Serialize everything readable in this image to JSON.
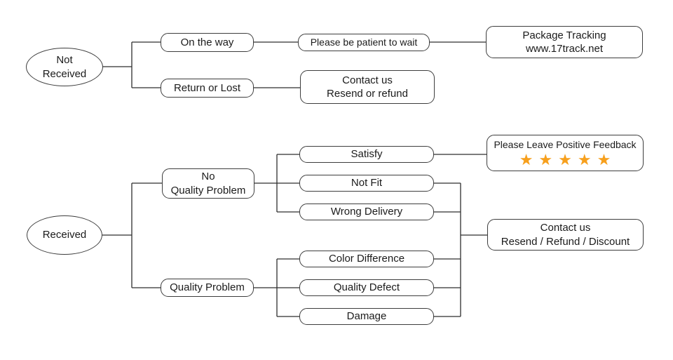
{
  "colors": {
    "star": "#F7A01D",
    "line": "#2e2e2e",
    "box_border": "#3d3d3d",
    "background": "#ffffff",
    "text": "#1b1b1b"
  },
  "nodes": {
    "not_received": {
      "line1": "Not",
      "line2": "Received"
    },
    "on_the_way": {
      "label": "On the way"
    },
    "please_be_patient": {
      "label": "Please be patient to wait"
    },
    "package_tracking": {
      "line1": "Package Tracking",
      "line2": "www.17track.net"
    },
    "return_or_lost": {
      "label": "Return or Lost"
    },
    "contact_resend_refund": {
      "line1": "Contact us",
      "line2": "Resend or refund"
    },
    "received": {
      "label": "Received"
    },
    "no_quality_problem": {
      "line1": "No",
      "line2": "Quality Problem"
    },
    "quality_problem": {
      "label": "Quality Problem"
    },
    "satisfy": {
      "label": "Satisfy"
    },
    "not_fit": {
      "label": "Not Fit"
    },
    "wrong_delivery": {
      "label": "Wrong Delivery"
    },
    "color_difference": {
      "label": "Color Difference"
    },
    "quality_defect": {
      "label": "Quality Defect"
    },
    "damage": {
      "label": "Damage"
    },
    "positive_feedback": {
      "label": "Please Leave Positive Feedback",
      "stars": "★★★★★",
      "star_count": 5
    },
    "contact_resend_refund_discount": {
      "line1": "Contact us",
      "line2": "Resend / Refund / Discount"
    }
  }
}
